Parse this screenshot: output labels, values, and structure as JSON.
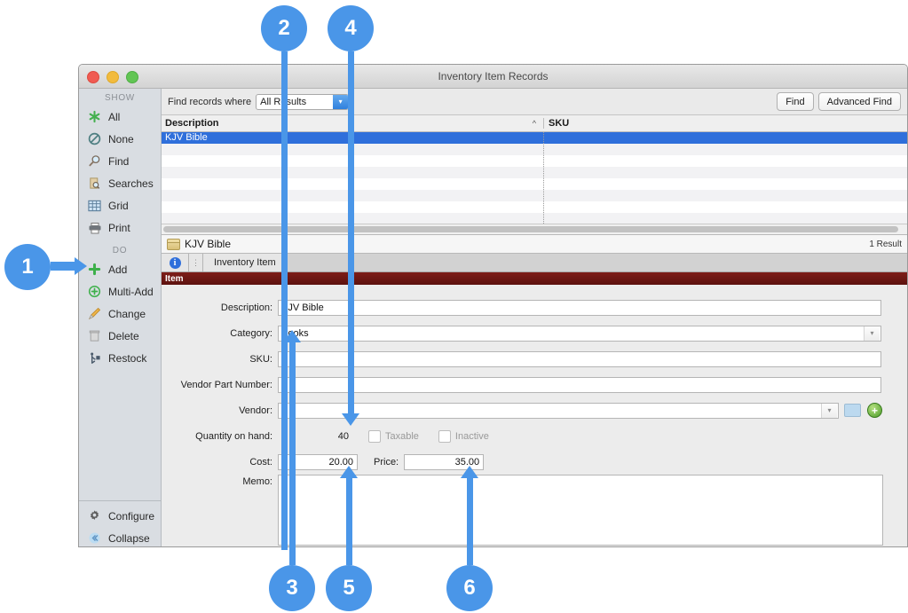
{
  "window": {
    "title": "Inventory Item Records",
    "traffic_lights": [
      "close-red",
      "minimize-yellow",
      "zoom-green"
    ]
  },
  "sidebar": {
    "show_header": "SHOW",
    "show_items": [
      {
        "label": "All",
        "icon": "asterisk-icon"
      },
      {
        "label": "None",
        "icon": "no-entry-icon"
      },
      {
        "label": "Find",
        "icon": "magnifier-icon"
      },
      {
        "label": "Searches",
        "icon": "saved-search-icon"
      },
      {
        "label": "Grid",
        "icon": "grid-icon"
      },
      {
        "label": "Print",
        "icon": "printer-icon"
      }
    ],
    "do_header": "DO",
    "do_items": [
      {
        "label": "Add",
        "icon": "plus-icon"
      },
      {
        "label": "Multi-Add",
        "icon": "multi-add-icon"
      },
      {
        "label": "Change",
        "icon": "pencil-icon"
      },
      {
        "label": "Delete",
        "icon": "trash-icon"
      },
      {
        "label": "Restock",
        "icon": "restock-icon"
      }
    ],
    "bottom_items": [
      {
        "label": "Configure",
        "icon": "gear-icon"
      },
      {
        "label": "Collapse",
        "icon": "collapse-icon"
      }
    ]
  },
  "findbar": {
    "label": "Find records where",
    "selected_scope": "All Results",
    "find_button": "Find",
    "advanced_find_button": "Advanced Find"
  },
  "results": {
    "columns": [
      "Description",
      "SKU"
    ],
    "sort_indicator": "^",
    "rows": [
      {
        "description": "KJV Bible",
        "sku": "",
        "selected": true
      },
      {
        "description": "",
        "sku": "",
        "selected": false
      },
      {
        "description": "",
        "sku": "",
        "selected": false
      },
      {
        "description": "",
        "sku": "",
        "selected": false
      },
      {
        "description": "",
        "sku": "",
        "selected": false
      },
      {
        "description": "",
        "sku": "",
        "selected": false
      },
      {
        "description": "",
        "sku": "",
        "selected": false
      }
    ]
  },
  "record": {
    "title": "KJV Bible",
    "result_count": "1 Result",
    "tab_label": "Inventory Item",
    "info_icon": "i",
    "section_label": "Item"
  },
  "form": {
    "description_label": "Description:",
    "description_value": "KJV Bible",
    "category_label": "Category:",
    "category_value": "Books",
    "sku_label": "SKU:",
    "sku_value": "",
    "vendor_part_label": "Vendor Part Number:",
    "vendor_part_value": "",
    "vendor_label": "Vendor:",
    "vendor_value": "",
    "quantity_label": "Quantity on hand:",
    "quantity_value": "40",
    "taxable_label": "Taxable",
    "inactive_label": "Inactive",
    "cost_label": "Cost:",
    "cost_value": "20.00",
    "price_label": "Price:",
    "price_value": "35.00",
    "memo_label": "Memo:",
    "memo_value": ""
  },
  "callouts": [
    {
      "number": "1",
      "target": "add-sidebar-item"
    },
    {
      "number": "2",
      "target": "description-field"
    },
    {
      "number": "3",
      "target": "category-field"
    },
    {
      "number": "4",
      "target": "quantity-on-hand-value"
    },
    {
      "number": "5",
      "target": "cost-field"
    },
    {
      "number": "6",
      "target": "price-field"
    }
  ],
  "colors": {
    "callout": "#4a96e8",
    "selection": "#2f6fdb",
    "section_bar": "#7d1d18"
  }
}
